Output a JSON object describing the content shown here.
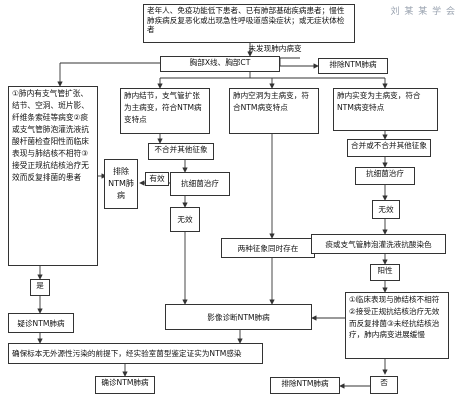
{
  "watermark": "刘 某 某 学 会",
  "nodes": {
    "top": "老年人、免疫功能低下患者、已有肺部基础疾病患者；慢性肺疾病反复恶化或出现急性呼吸道感染症状；或无症状体检者",
    "imaging": "胸部X线、胸部CT",
    "no_lesion": "未发现肺内病变",
    "exclude_top": "排除NTM肺病",
    "criteria_left": "①肺内有支气管扩张、结节、空洞、斑片影、纤维条索硅等病变②痰或支气管肺泡灌洗液抗酸杆菌检查阳性而临床表现与肺结核不相符③接受正规抗结核治疗无效而反复排菌的患者",
    "nodule": "肺内结节，支气管扩张为主病变，符合NTM病变特点",
    "cavity": "肺内空洞为主病变，符合NTM病变特点",
    "consolidation": "肺内实变为主病变，符合NTM病变特点",
    "no_merge_left": "不合并其他征象",
    "merge_or_not": "合并或不合并其他征象",
    "effective": "有效",
    "no_label": "否",
    "exclude_mid": "排除NTM肺病",
    "anti_inflam_1": "抗细菌治疗",
    "anti_inflam_2": "抗细菌治疗",
    "ineffective_1": "无效",
    "ineffective_2": "无效",
    "both_present": "两种征象同时存在",
    "sputum_test": "痰或支气管肺泡灌洗液抗酸染色",
    "positive": "阳性",
    "criteria_right": "①临床表现与肺结核不相符②接受正规抗结核治疗无效而反复排菌③未经抗结核治疗，肺内病变进展缓慢",
    "yes_label": "是",
    "suspect": "疑诊NTM肺病",
    "imaging_dx": "影像诊断NTM肺病",
    "confirm": "确保标本无外源性污染的前提下，经实验室菌型鉴定证实为NTM感染",
    "final_dx": "确诊NTM肺病",
    "no_label_bottom": "否",
    "exclude_bottom": "排除NTM肺病"
  },
  "colors": {
    "line": "#333333",
    "box_border": "#333333",
    "watermark": "#9aa3b0"
  }
}
